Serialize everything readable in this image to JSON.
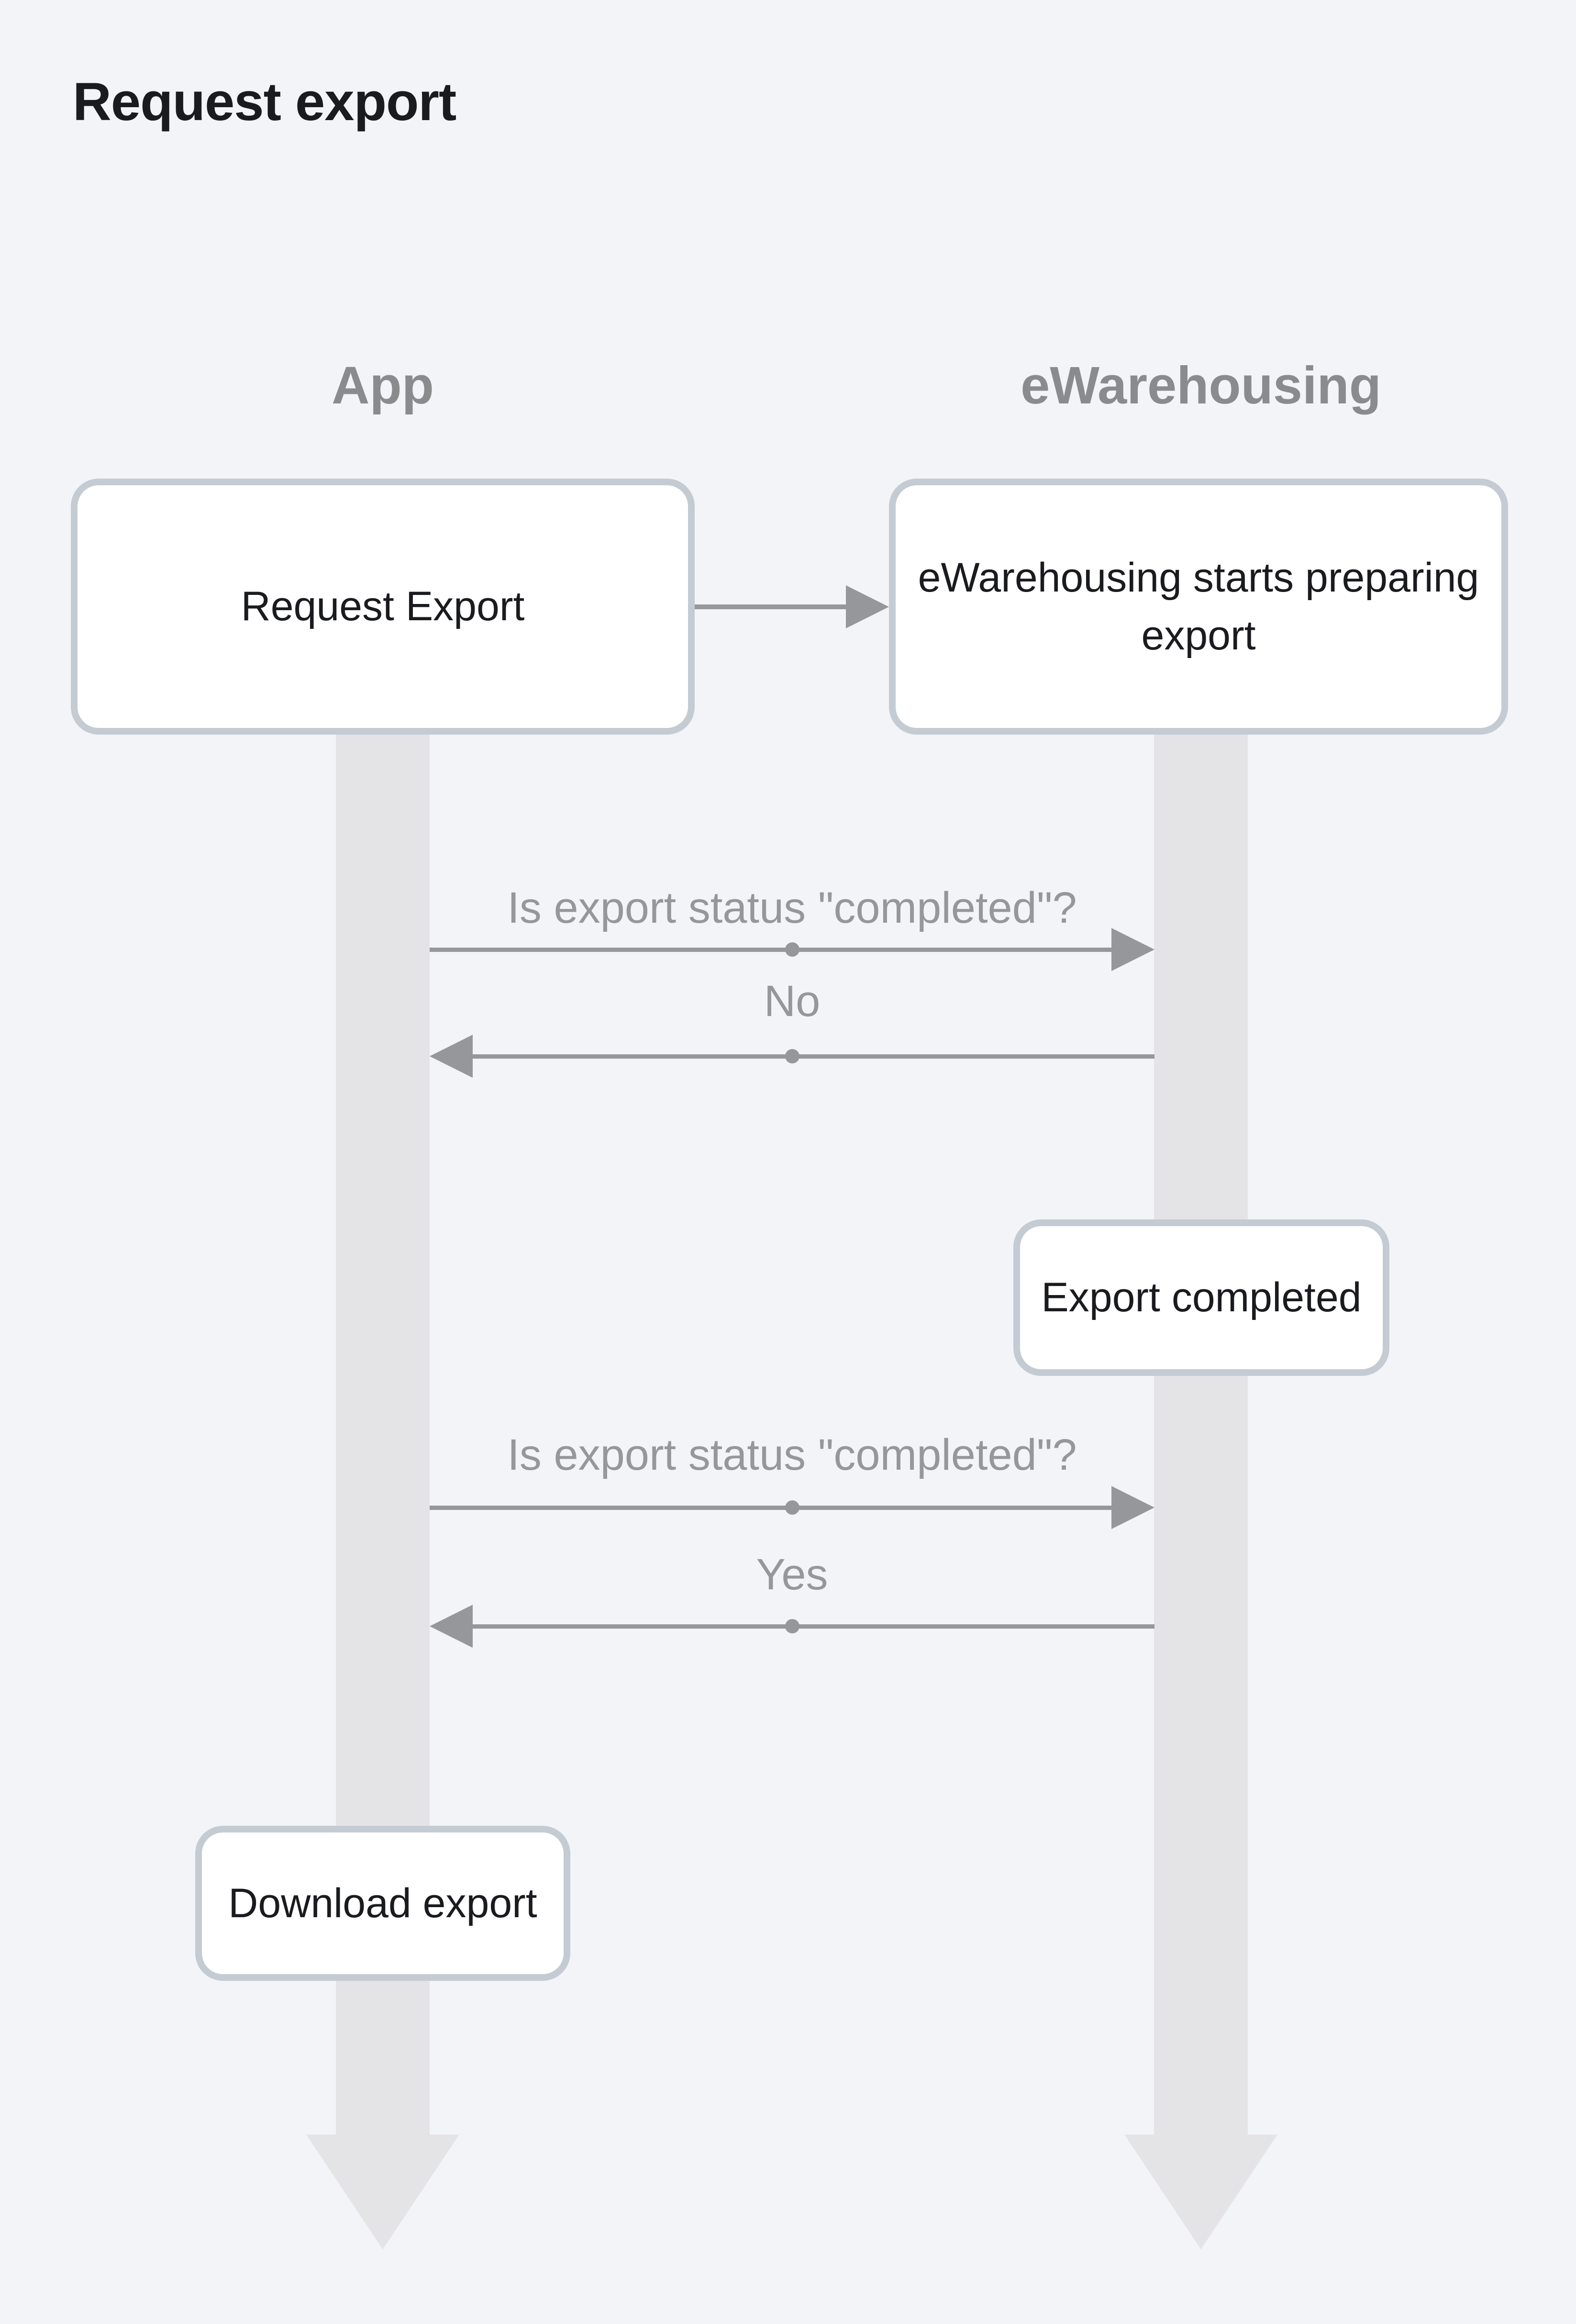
{
  "title": "Request export",
  "actors": [
    {
      "name": "App"
    },
    {
      "name": "eWarehousing"
    }
  ],
  "nodes": [
    {
      "id": "request-export",
      "label": "Request Export",
      "actor": "App"
    },
    {
      "id": "prepare-export",
      "label": "eWarehousing starts preparing export",
      "actor": "eWarehousing"
    },
    {
      "id": "export-completed",
      "label": "Export completed",
      "actor": "eWarehousing"
    },
    {
      "id": "download-export",
      "label": "Download export",
      "actor": "App"
    }
  ],
  "messages": [
    {
      "label": "Is export status \"completed\"?",
      "direction": "right",
      "from": "App",
      "to": "eWarehousing"
    },
    {
      "label": "No",
      "direction": "left",
      "from": "eWarehousing",
      "to": "App"
    },
    {
      "label": "Is export status \"completed\"?",
      "direction": "right",
      "from": "App",
      "to": "eWarehousing"
    },
    {
      "label": "Yes",
      "direction": "left",
      "from": "eWarehousing",
      "to": "App"
    }
  ],
  "colors": {
    "background": "#f3f4f8",
    "node_fill": "#ffffff",
    "node_border": "#c5cbd3",
    "lifeline": "#e4e4e6",
    "text_dark": "#1a1b1e",
    "actor_label": "#8a8b8d",
    "message": "#96979a"
  }
}
